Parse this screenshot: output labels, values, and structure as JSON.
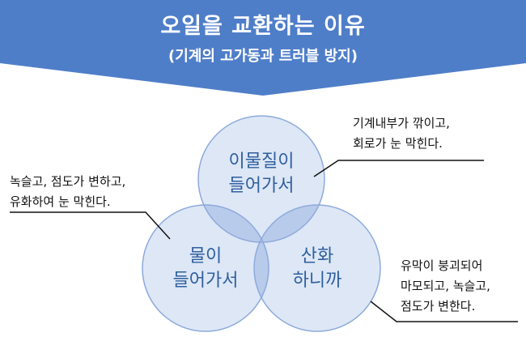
{
  "banner": {
    "title": "오일을 교환하는 이유",
    "subtitle": "(기계의 고가동과 트러블 방지)"
  },
  "circles": {
    "top": "이물질이\n들어가서",
    "left": "물이\n들어가서",
    "right": "산화\n하니까"
  },
  "notes": {
    "top_right": "기계내부가 깎이고,\n회로가 눈 막힌다.",
    "left": "녹슬고, 점도가 변하고,\n유화하여 눈 막힌다.",
    "bottom_right": "유막이 붕괴되어\n마모되고, 녹슬고,\n점도가 변한다."
  },
  "colors": {
    "banner": "#4f7ec9",
    "circle_fill": "#dde7f6",
    "circle_stroke": "#8eaadb",
    "overlap_fill": "#b9cbea",
    "label_text": "#2f5f9e"
  }
}
